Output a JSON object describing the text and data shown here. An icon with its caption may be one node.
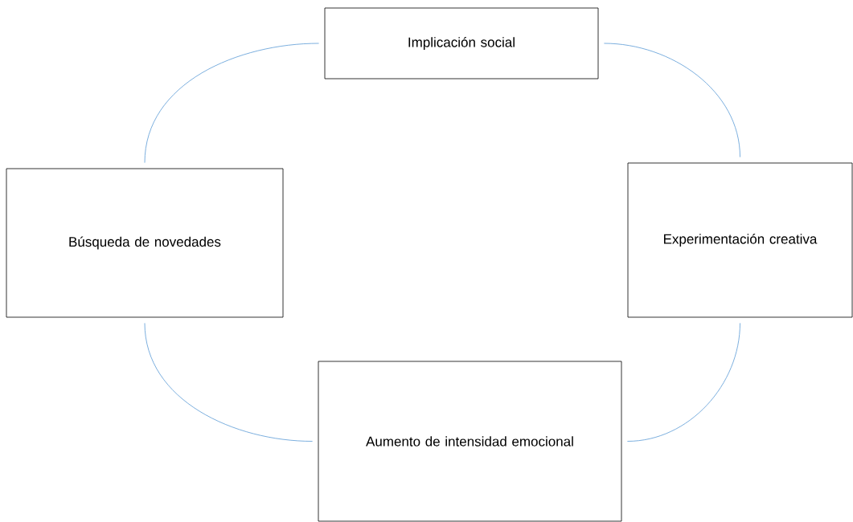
{
  "diagram": {
    "nodes": [
      {
        "text": [
          "Implicación social"
        ]
      },
      {
        "text": [
          "Búsqueda de novedades"
        ]
      },
      {
        "text": [
          "Experimentación creativa"
        ]
      },
      {
        "text": [
          "Aumento de intensidad emocional"
        ]
      }
    ],
    "edges": [
      {
        "from": 0,
        "to": 1,
        "arrow": "none"
      },
      {
        "from": 0,
        "to": 2,
        "arrow": "none"
      },
      {
        "from": 2,
        "to": 3,
        "arrow": "none"
      },
      {
        "from": 1,
        "to": 3,
        "arrow": "none"
      }
    ]
  }
}
